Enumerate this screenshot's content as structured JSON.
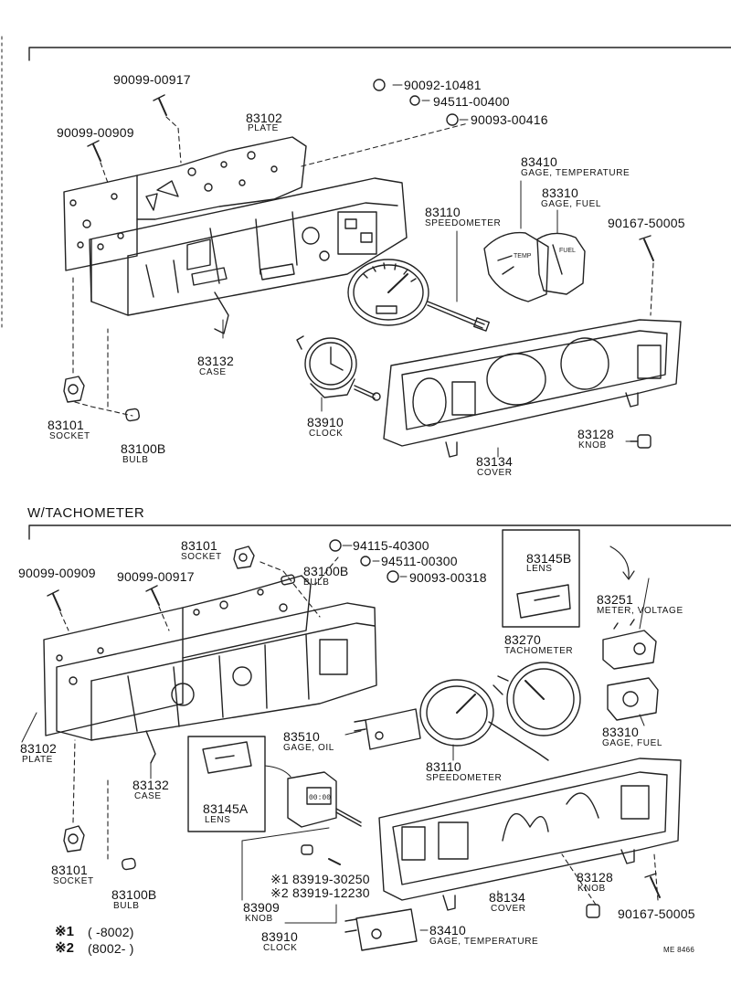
{
  "section_title_tach": "W/TACHOMETER",
  "top": {
    "p90099_00917": "90099-00917",
    "p90099_00909": "90099-00909",
    "p90092_10481": "90092-10481",
    "p94511_00400": "94511-00400",
    "p90093_00416": "90093-00416",
    "p83102": "83102",
    "n_plate": "PLATE",
    "p83410": "83410",
    "n_gage_temp": "GAGE, TEMPERATURE",
    "p83310": "83310",
    "n_gage_fuel": "GAGE, FUEL",
    "p90167_50005": "90167-50005",
    "p83110": "83110",
    "n_speedometer": "SPEEDOMETER",
    "p83132": "83132",
    "n_case": "CASE",
    "p83101": "83101",
    "n_socket": "SOCKET",
    "p83100b": "83100B",
    "n_bulb": "BULB",
    "p83910": "83910",
    "n_clock": "CLOCK",
    "p83128": "83128",
    "n_knob": "KNOB",
    "p83134": "83134",
    "n_cover": "COVER"
  },
  "tach": {
    "p83101a": "83101",
    "n_socket_a": "SOCKET",
    "p83100b_a": "83100B",
    "n_bulb_a": "BULB",
    "p94115_40300": "94115-40300",
    "p94511_00300": "94511-00300",
    "p90093_00318": "90093-00318",
    "p90099_00909": "90099-00909",
    "p90099_00917": "90099-00917",
    "p83145b": "83145B",
    "n_lens_b": "LENS",
    "p83270": "83270",
    "n_tachometer": "TACHOMETER",
    "p83251": "83251",
    "n_meter_voltage": "METER, VOLTAGE",
    "p83510": "83510",
    "n_gage_oil": "GAGE, OIL",
    "p83102": "83102",
    "n_plate": "PLATE",
    "p83132": "83132",
    "n_case": "CASE",
    "p83145a": "83145A",
    "n_lens_a": "LENS",
    "p83110": "83110",
    "n_speedometer": "SPEEDOMETER",
    "p83310": "83310",
    "n_gage_fuel": "GAGE, FUEL",
    "p83101b": "83101",
    "n_socket_b": "SOCKET",
    "p83100b_b": "83100B",
    "n_bulb_b": "BULB",
    "mark1_code": "※1 83919-30250",
    "mark2_code": "※2 83919-12230",
    "p83909": "83909",
    "n_knob_909": "KNOB",
    "p83910": "83910",
    "n_clock": "CLOCK",
    "p83134": "83134",
    "n_cover": "COVER",
    "p83128": "83128",
    "n_knob": "KNOB",
    "p90167_50005": "90167-50005",
    "p83410": "83410",
    "n_gage_temp": "GAGE, TEMPERATURE"
  },
  "legend": {
    "mark1": "※1",
    "range1": "(      -8002)",
    "mark2": "※2",
    "range2": "(8002-        )"
  },
  "drawing_code": "ME 8466"
}
